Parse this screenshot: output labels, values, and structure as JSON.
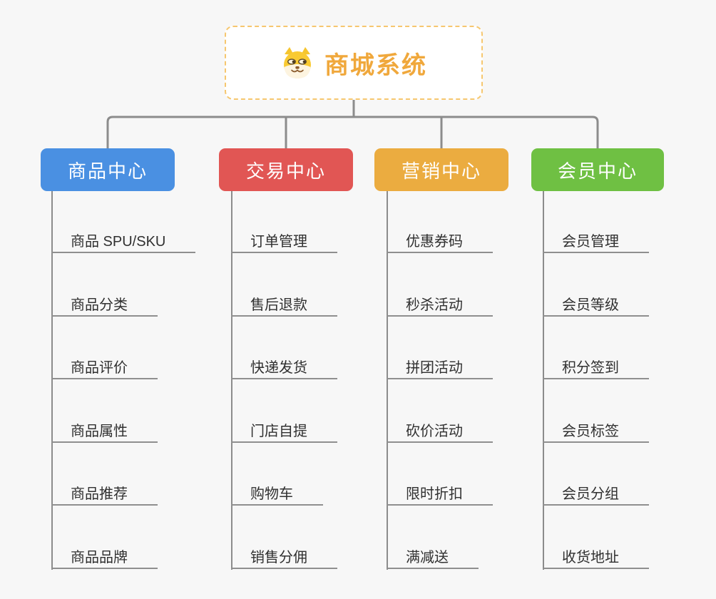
{
  "root": {
    "title": "商城系统",
    "icon": "shiba-dog-icon",
    "title_color": "#F0A83C",
    "border_color": "#F6C76F"
  },
  "canvas": {
    "background": "#F7F7F7",
    "line_color": "#8C8C8C"
  },
  "branches": [
    {
      "label": "商品中心",
      "color": "#4A90E2",
      "items": [
        "商品 SPU/SKU",
        "商品分类",
        "商品评价",
        "商品属性",
        "商品推荐",
        "商品品牌"
      ]
    },
    {
      "label": "交易中心",
      "color": "#E15654",
      "items": [
        "订单管理",
        "售后退款",
        "快递发货",
        "门店自提",
        "购物车",
        "销售分佣"
      ]
    },
    {
      "label": "营销中心",
      "color": "#EBAC40",
      "items": [
        "优惠券码",
        "秒杀活动",
        "拼团活动",
        "砍价活动",
        "限时折扣",
        "满减送"
      ]
    },
    {
      "label": "会员中心",
      "color": "#6FC043",
      "items": [
        "会员管理",
        "会员等级",
        "积分签到",
        "会员标签",
        "会员分组",
        "收货地址"
      ]
    }
  ]
}
